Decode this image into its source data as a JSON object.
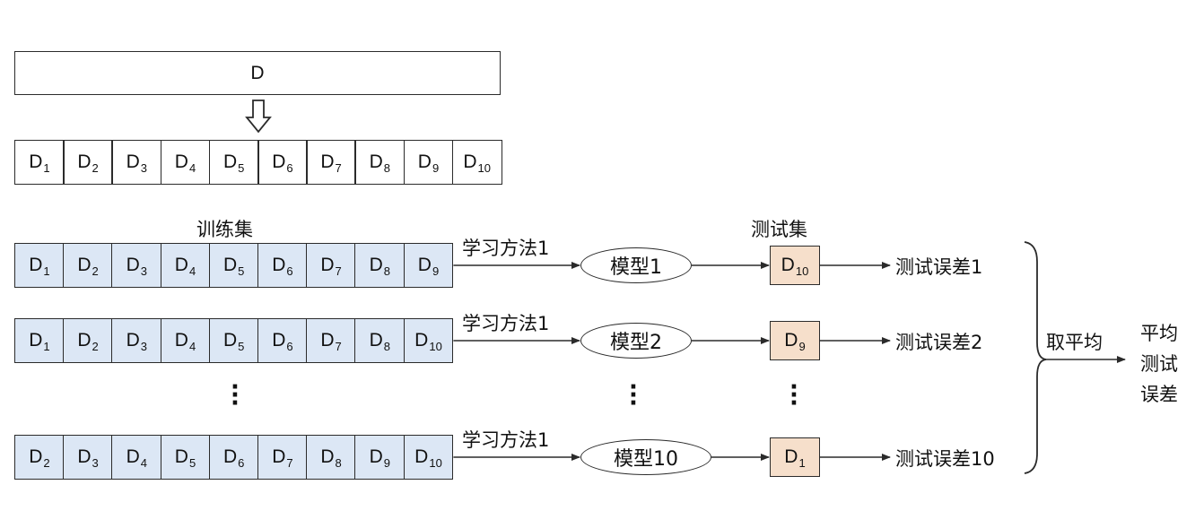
{
  "top": {
    "full_label": "D",
    "parts": [
      {
        "base": "D",
        "sub": "1"
      },
      {
        "base": "D",
        "sub": "2"
      },
      {
        "base": "D",
        "sub": "3"
      },
      {
        "base": "D",
        "sub": "4"
      },
      {
        "base": "D",
        "sub": "5"
      },
      {
        "base": "D",
        "sub": "6"
      },
      {
        "base": "D",
        "sub": "7"
      },
      {
        "base": "D",
        "sub": "8"
      },
      {
        "base": "D",
        "sub": "9"
      },
      {
        "base": "D",
        "sub": "10"
      }
    ]
  },
  "labels": {
    "train_set": "训练集",
    "test_set": "测试集",
    "take_average": "取平均",
    "average_test_error": [
      "平均",
      "测试",
      "误差"
    ],
    "vdots": "⋮"
  },
  "rows": [
    {
      "train": [
        {
          "base": "D",
          "sub": "1"
        },
        {
          "base": "D",
          "sub": "2"
        },
        {
          "base": "D",
          "sub": "3"
        },
        {
          "base": "D",
          "sub": "4"
        },
        {
          "base": "D",
          "sub": "5"
        },
        {
          "base": "D",
          "sub": "6"
        },
        {
          "base": "D",
          "sub": "7"
        },
        {
          "base": "D",
          "sub": "8"
        },
        {
          "base": "D",
          "sub": "9"
        }
      ],
      "method": "学习方法1",
      "model": "模型1",
      "test": {
        "base": "D",
        "sub": "10"
      },
      "error": "测试误差1"
    },
    {
      "train": [
        {
          "base": "D",
          "sub": "1"
        },
        {
          "base": "D",
          "sub": "2"
        },
        {
          "base": "D",
          "sub": "3"
        },
        {
          "base": "D",
          "sub": "4"
        },
        {
          "base": "D",
          "sub": "5"
        },
        {
          "base": "D",
          "sub": "6"
        },
        {
          "base": "D",
          "sub": "7"
        },
        {
          "base": "D",
          "sub": "8"
        },
        {
          "base": "D",
          "sub": "10"
        }
      ],
      "method": "学习方法1",
      "model": "模型2",
      "test": {
        "base": "D",
        "sub": "9"
      },
      "error": "测试误差2"
    },
    {
      "train": [
        {
          "base": "D",
          "sub": "2"
        },
        {
          "base": "D",
          "sub": "3"
        },
        {
          "base": "D",
          "sub": "4"
        },
        {
          "base": "D",
          "sub": "5"
        },
        {
          "base": "D",
          "sub": "6"
        },
        {
          "base": "D",
          "sub": "7"
        },
        {
          "base": "D",
          "sub": "8"
        },
        {
          "base": "D",
          "sub": "9"
        },
        {
          "base": "D",
          "sub": "10"
        }
      ],
      "method": "学习方法1",
      "model": "模型10",
      "test": {
        "base": "D",
        "sub": "1"
      },
      "error": "测试误差10"
    }
  ],
  "colors": {
    "train_fill": "#dce7f5",
    "test_fill": "#f6dfcb",
    "stroke": "#2b2b2b"
  }
}
